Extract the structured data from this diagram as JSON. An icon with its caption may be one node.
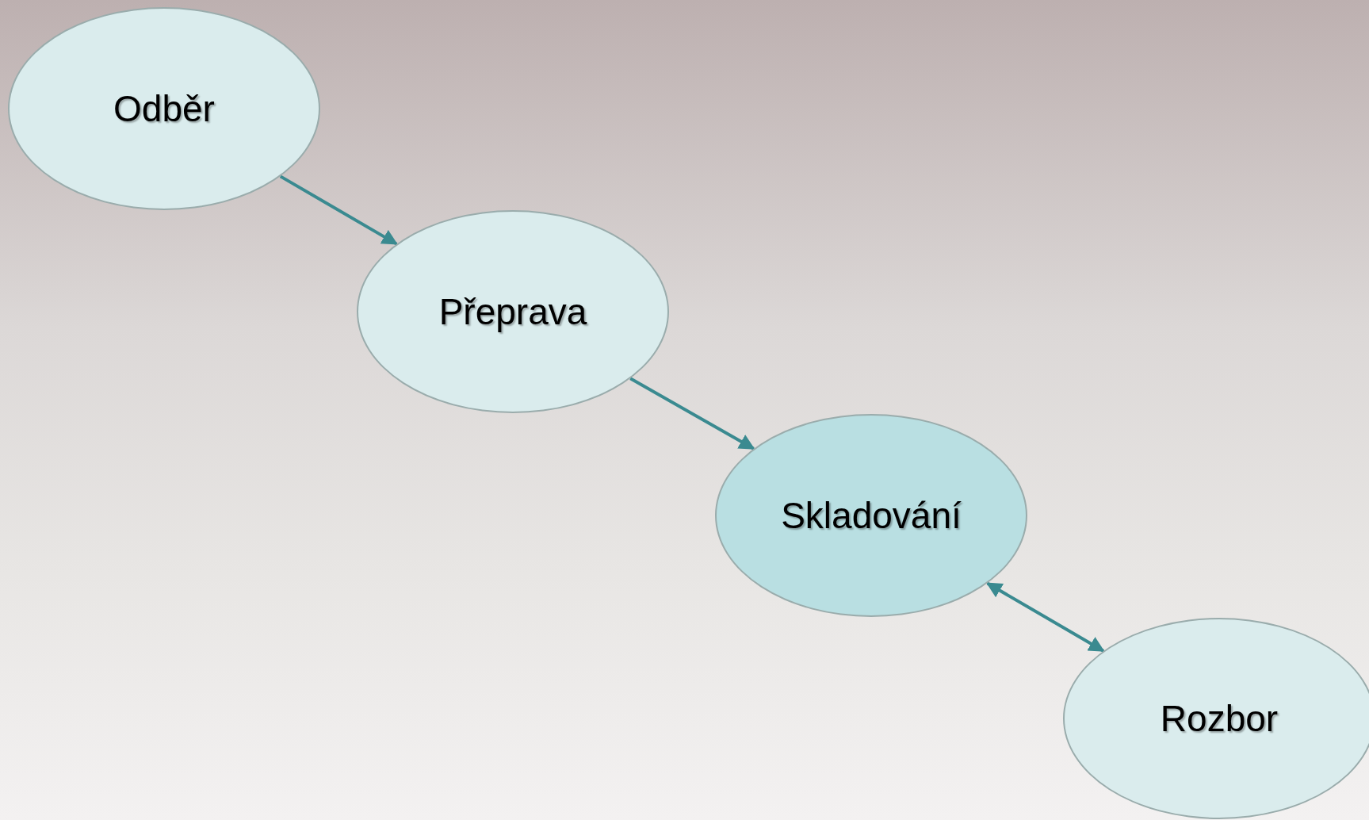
{
  "diagram": {
    "nodes": [
      {
        "text": [
          "Odběr"
        ]
      },
      {
        "text": [
          "Přeprava"
        ]
      },
      {
        "text": [
          "Skladování"
        ]
      },
      {
        "text": [
          "Rozbor"
        ]
      }
    ],
    "edges": [
      {
        "from": 0,
        "to": 1,
        "arrow": "to"
      },
      {
        "from": 1,
        "to": 2,
        "arrow": "to"
      },
      {
        "from": 2,
        "to": 3,
        "arrow": "both"
      }
    ]
  }
}
